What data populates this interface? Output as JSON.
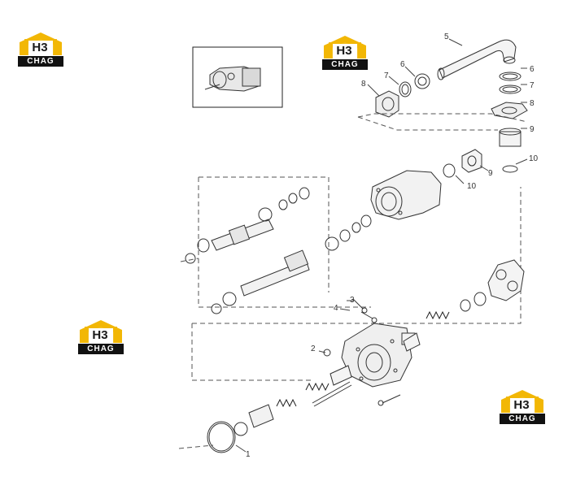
{
  "logo": {
    "mark": "H3",
    "word": "CHAG",
    "brand_color": "#f2b705",
    "dark_color": "#1a1a1a"
  },
  "callouts": {
    "c1": "1",
    "c2": "2",
    "c3": "3",
    "c4": "4",
    "c5": "5",
    "c6a": "6",
    "c6b": "6",
    "c7a": "7",
    "c7b": "7",
    "c8a": "8",
    "c8b": "8",
    "c9a": "9",
    "c9b": "9",
    "c10a": "10",
    "c10b": "10"
  }
}
